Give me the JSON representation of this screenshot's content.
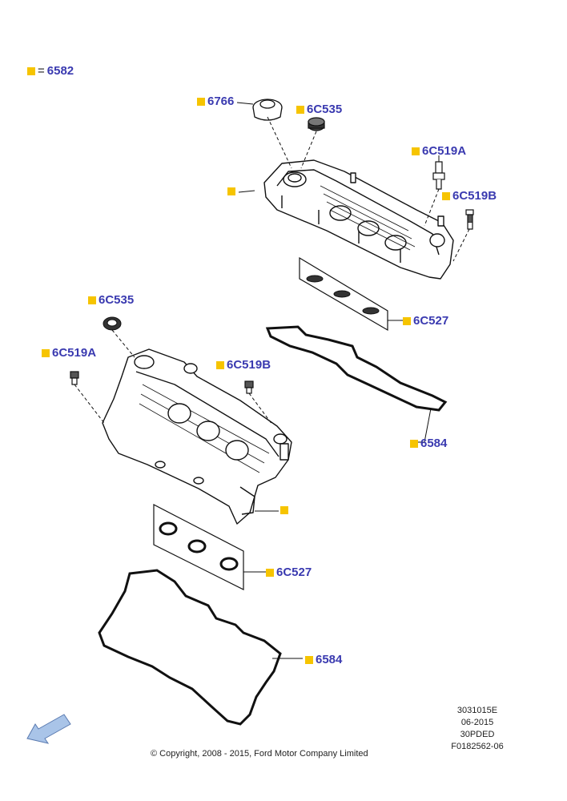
{
  "legend": {
    "symbol_eq": "=",
    "code": "6582"
  },
  "callouts": {
    "c6766": "6766",
    "c6c535_top": "6C535",
    "c6c519a_top": "6C519A",
    "c6c519b_top": "6C519B",
    "c6c535_left": "6C535",
    "c6c519a_left": "6C519A",
    "c6c519b_left": "6C519B",
    "c6c527_right": "6C527",
    "c6584_right": "6584",
    "c6c527_bottom": "6C527",
    "c6584_bottom": "6584"
  },
  "info_block": {
    "line1": "3031015E",
    "line2": "06-2015",
    "line3": "30PDED",
    "line4": "F0182562-06"
  },
  "copyright": "© Copyright, 2008 - 2015, Ford Motor Company Limited",
  "colors": {
    "marker": "#f6c400",
    "label": "#3a3ab0",
    "line": "#111111",
    "arrow": "#a9c4e8"
  }
}
